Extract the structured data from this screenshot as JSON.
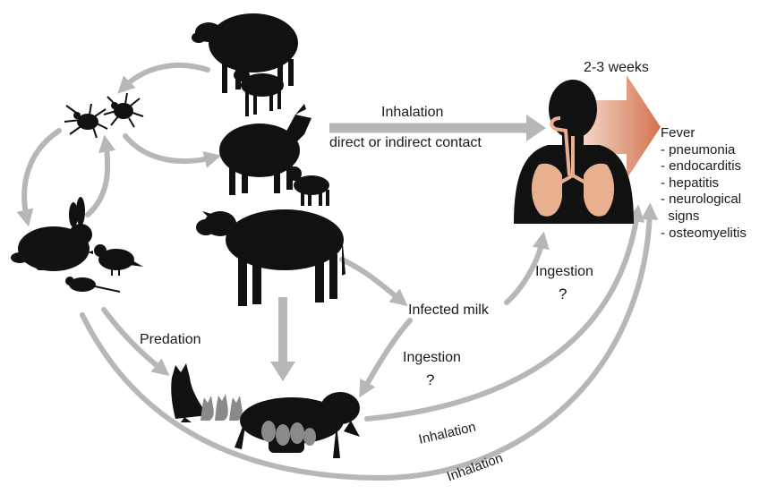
{
  "labels": {
    "weeks": "2-3 weeks",
    "inhalation_top": "Inhalation",
    "contact": "direct or indirect contact",
    "infected_milk": "Infected milk",
    "ingestion_right": "Ingestion",
    "qmark_right": "?",
    "ingestion_mid": "Ingestion",
    "qmark_mid": "?",
    "predation": "Predation",
    "inhalation_dog": "Inhalation",
    "inhalation_bottom": "Inhalation"
  },
  "symptoms": {
    "title": "Fever",
    "items": [
      "- pneumonia",
      "- endocarditis",
      "- hepatitis",
      "- neurological",
      "  signs",
      "- osteomyelitis"
    ]
  },
  "colors": {
    "silhouette": "#111111",
    "arrow": "#b7b7b7",
    "big_arrow": "#d9886a",
    "lung": "#e8b08f",
    "kitten": "#8a8a8a"
  },
  "icons": [
    "sheep-icon",
    "lamb-icon",
    "tick-icon",
    "goat-icon",
    "kid-goat-icon",
    "cow-icon",
    "rabbit-icon",
    "bird-icon",
    "mouse-icon",
    "cat-icon",
    "kitten-icon",
    "dog-icon",
    "puppy-icon",
    "human-respiratory-icon"
  ]
}
